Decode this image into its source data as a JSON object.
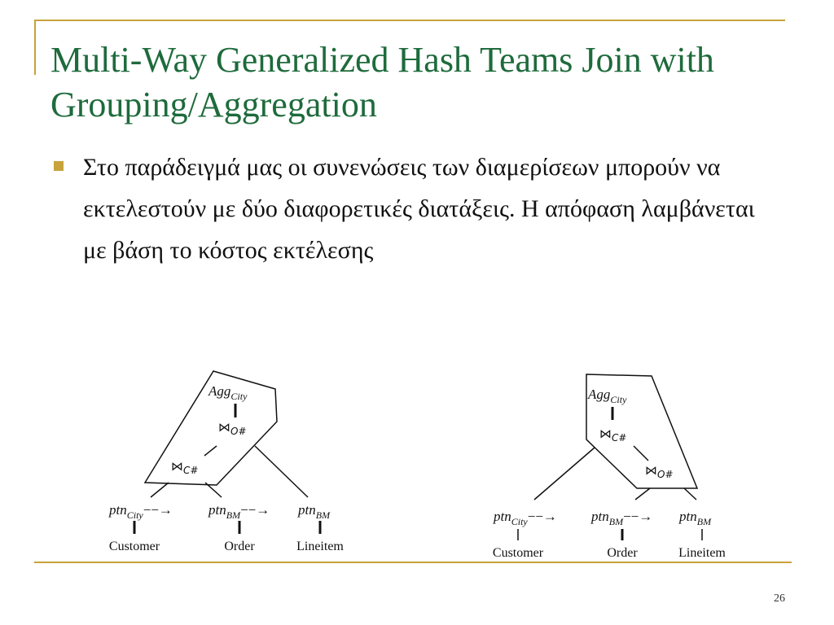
{
  "slide": {
    "title": "Multi-Way Generalized Hash Teams Join with Grouping/Aggregation",
    "bullet": "Στο παράδειγμά μας οι συνενώσεις των διαμερίσεων μπορούν να εκτελεστούν με δύο διαφορετικές διατάξεις. Η απόφαση λαμβάνεται με βάση το κόστος εκτέλεσης",
    "page_number": "26"
  },
  "diagram": {
    "agg_base": "Agg",
    "agg_sub": "City",
    "join_symbol": "⋈",
    "join_c_sub": "C#",
    "join_o_sub": "O#",
    "ptn_base": "ptn",
    "ptn_city_sub": "City",
    "ptn_bm_sub": "BM",
    "arrow": "−−→",
    "tables": [
      "Customer",
      "Order",
      "Lineitem"
    ]
  },
  "colors": {
    "accent": "#c8a23b",
    "title": "#1e6b3c"
  }
}
